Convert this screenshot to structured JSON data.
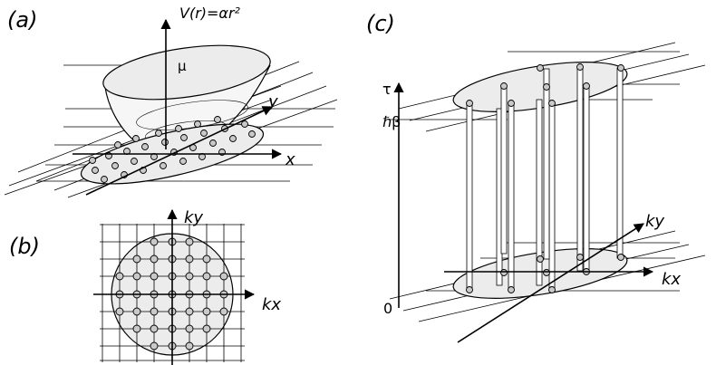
{
  "panel_a": {
    "tag": "(a)",
    "potential_label": "V(r)=αr²",
    "mu_label": "μ",
    "x_label": "x",
    "y_label": "y"
  },
  "panel_b": {
    "tag": "(b)",
    "kx_label": "kx",
    "ky_label": "ky"
  },
  "panel_c": {
    "tag": "(c)",
    "tau_label": "τ",
    "hbeta_label": "ℏβ",
    "zero_label": "0",
    "kx_label": "kx",
    "ky_label": "ky"
  }
}
